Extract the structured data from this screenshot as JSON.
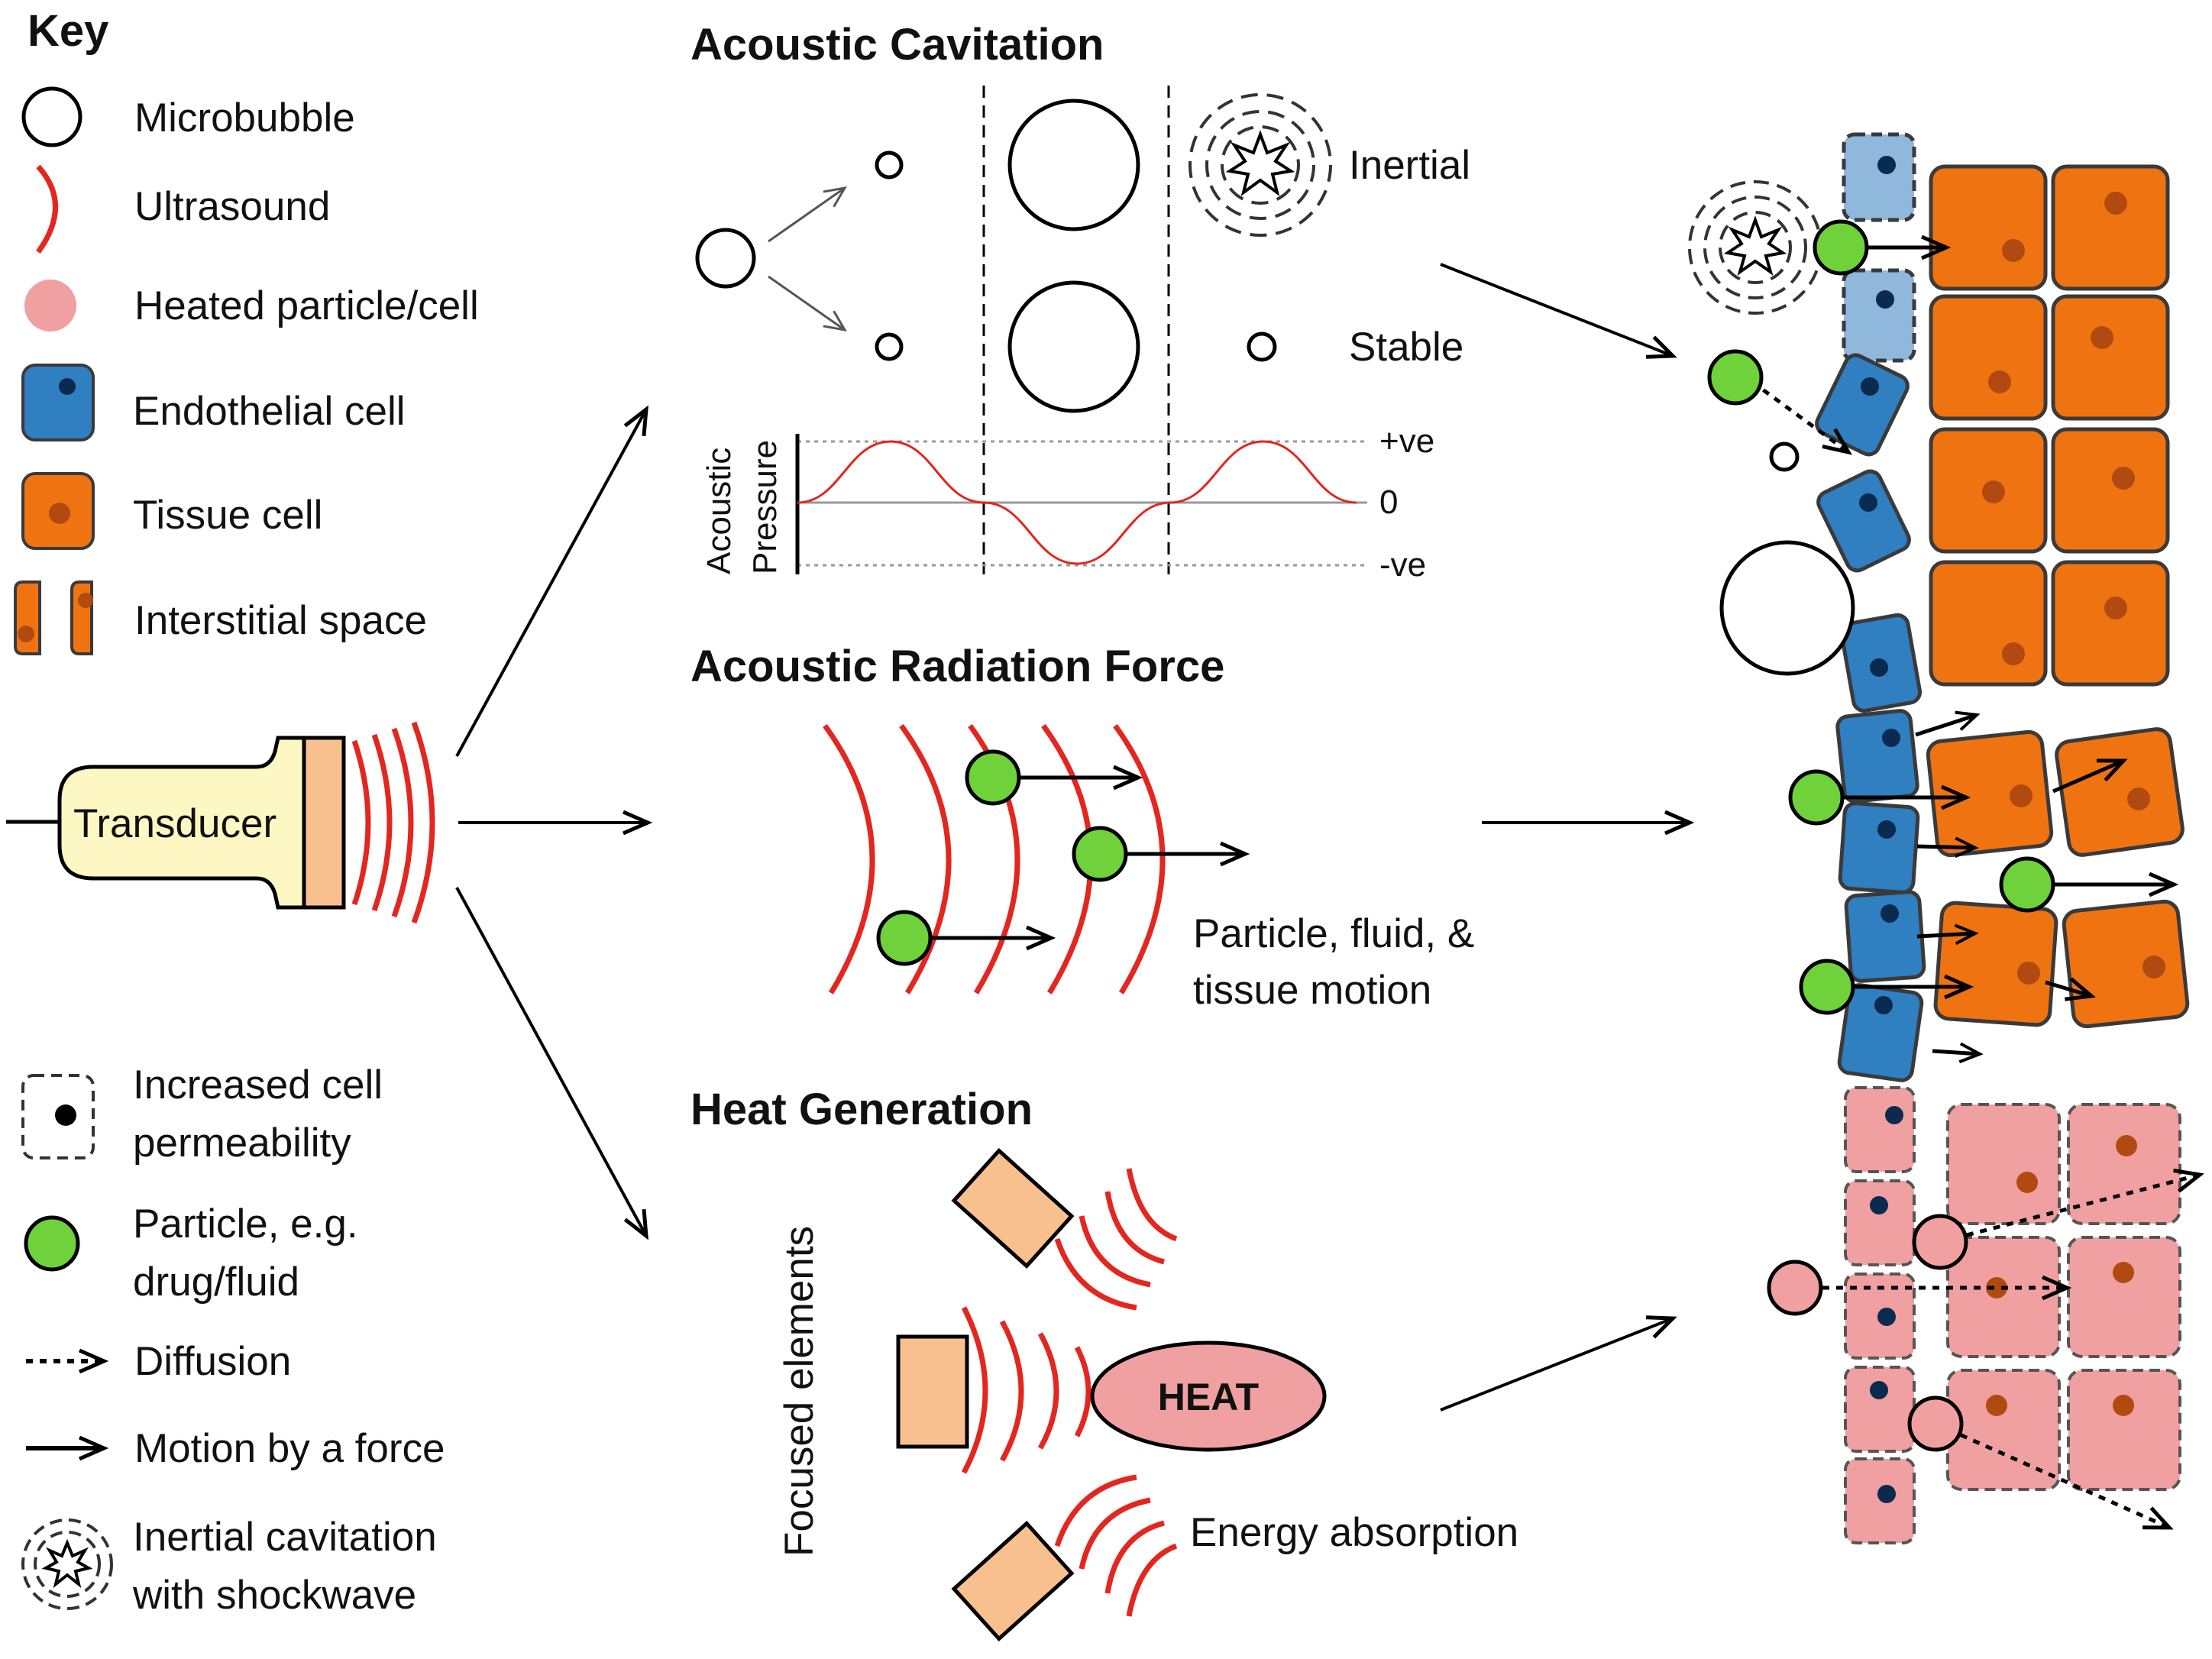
{
  "key": {
    "title": "Key",
    "microbubble": "Microbubble",
    "ultrasound": "Ultrasound",
    "heated": "Heated particle/cell",
    "endothelial": "Endothelial cell",
    "tissue": "Tissue cell",
    "interstitial": "Interstitial space",
    "perm_line1": "Increased cell",
    "perm_line2": "permeability",
    "particle_line1": "Particle, e.g.",
    "particle_line2": "drug/fluid",
    "diffusion": "Diffusion",
    "motion": "Motion by a force",
    "inertial_line1": "Inertial cavitation",
    "inertial_line2": "with shockwave"
  },
  "transducer": {
    "label": "Transducer"
  },
  "cavitation": {
    "title": "Acoustic Cavitation",
    "inertial": "Inertial",
    "stable": "Stable",
    "axis_line1": "Acoustic",
    "axis_line2": "Pressure",
    "plus": "+ve",
    "zero": "0",
    "minus": "-ve"
  },
  "radiation": {
    "title": "Acoustic Radiation Force",
    "caption_line1": "Particle, fluid, &",
    "caption_line2": "tissue motion"
  },
  "heat": {
    "title": "Heat Generation",
    "focused": "Focused elements",
    "heat_label": "HEAT",
    "energy": "Energy absorption"
  },
  "colors": {
    "endothelial": "#2f7fc1",
    "endothelial_light": "#90b8dd",
    "tissue": "#f07312",
    "heated": "#f0a0a0",
    "particle": "#6fd23a",
    "ultrasound": "#e3261f",
    "transducer_body": "#fdf7c3",
    "transducer_face": "#f9c08f"
  },
  "icons": [
    "arrow-icon",
    "dotted-arrow-icon",
    "shockwave-icon",
    "microbubble-icon"
  ]
}
